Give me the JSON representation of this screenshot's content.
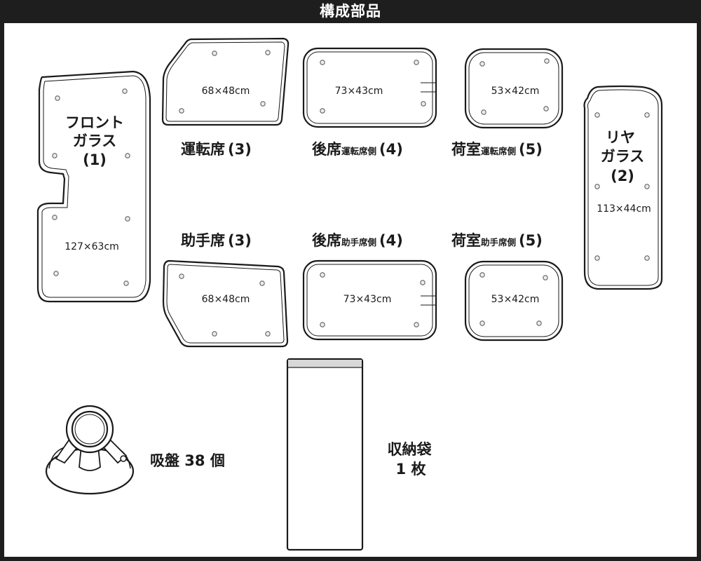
{
  "title": "構成部品",
  "parts": {
    "front_glass": {
      "label_lines": [
        "フロント",
        "ガラス",
        "(1)"
      ],
      "size": "127×63cm"
    },
    "driver_seat": {
      "label": "運転席",
      "count": "(3)",
      "size": "68×48cm"
    },
    "passenger_seat": {
      "label": "助手席",
      "count": "(3)",
      "size": "68×48cm"
    },
    "rear_seat_driver": {
      "label": "後席",
      "side": "運転席側",
      "count": "(4)",
      "size": "73×43cm"
    },
    "rear_seat_passenger": {
      "label": "後席",
      "side": "助手席側",
      "count": "(4)",
      "size": "73×43cm"
    },
    "cargo_driver": {
      "label": "荷室",
      "side": "運転席側",
      "count": "(5)",
      "size": "53×42cm"
    },
    "cargo_passenger": {
      "label": "荷室",
      "side": "助手席側",
      "count": "(5)",
      "size": "53×42cm"
    },
    "rear_glass": {
      "label_lines": [
        "リヤ",
        "ガラス",
        "(2)"
      ],
      "size": "113×44cm"
    }
  },
  "accessories": {
    "suction_cups": "吸盤 38 個",
    "storage_bag": [
      "収納袋",
      "1 枚"
    ]
  },
  "colors": {
    "outline": "#1a1a1a",
    "frame": "#1e1e1e",
    "fill": "#ffffff",
    "hole": "#ececec",
    "bag_top": "#d8d8d8"
  }
}
